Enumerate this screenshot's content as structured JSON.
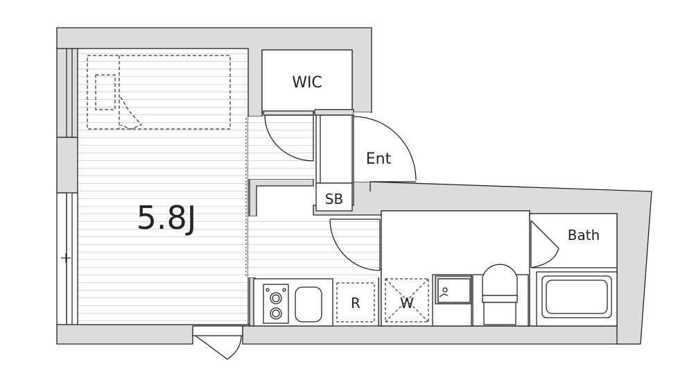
{
  "rooms": {
    "main_room": "5.8J",
    "walk_in_closet": "WIC",
    "entrance": "Ent",
    "shoe_box": "SB",
    "bath": "Bath",
    "refrigerator": "R",
    "washer": "W"
  },
  "colors": {
    "wall": "#dcdcdc",
    "line": "#222222",
    "floor_line": "#cfcfcf",
    "background": "#ffffff"
  }
}
